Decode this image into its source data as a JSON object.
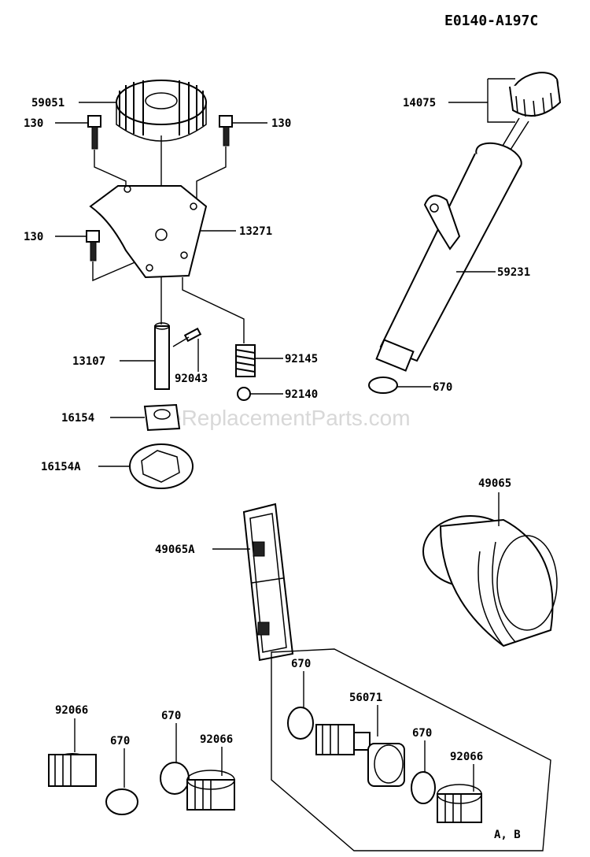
{
  "diagram_ref": "E0140-A197C",
  "watermark": "eReplacementParts.com",
  "note": "A, B",
  "callouts": {
    "gear": "59051",
    "bolt_left": "130",
    "bolt_right": "130",
    "bolt_lower": "130",
    "cover": "13271",
    "shaft": "13107",
    "pin": "92043",
    "spring": "92145",
    "ball": "92140",
    "rotor_inner": "16154",
    "rotor_outer": "16154A",
    "dipstick": "14075",
    "tube": "59231",
    "tube_oring": "670",
    "filter": "49065",
    "screen": "49065A",
    "plug_left": "92066",
    "oring_left": "670",
    "oring_mid": "670",
    "plug_mid": "92066",
    "oring_box_top": "670",
    "fitting": "56071",
    "oring_box_right": "670",
    "plug_box": "92066"
  }
}
